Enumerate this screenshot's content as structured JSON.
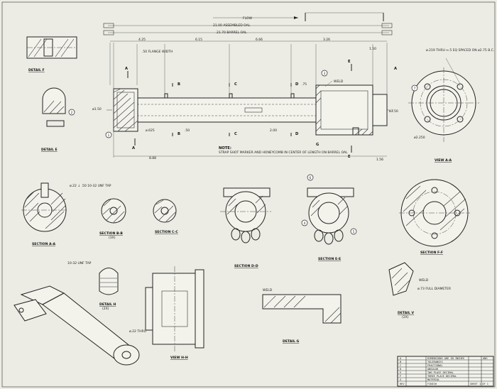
{
  "drawing": {
    "flow_label": "FLOW",
    "overall": {
      "assembled_oal": "21.00 ASSEMBLED OAL",
      "barrel_oal": "21.70 BARREL OAL",
      "dims_top": [
        "4.25",
        "6.15",
        "6.66",
        "3.26",
        "1.50"
      ]
    },
    "callouts": {
      "flange_width": ".50 FLANGE WIDTH",
      "weld_1": "WELD",
      "weld_2": "WELD",
      "four_holes": "ø.219 THRU ↔.5 EQ SPACED ON ø2.75 B.C.",
      "od_main": "ø1.50",
      "od_flange": "ø3.50",
      "id_bore": "ø.625",
      "dim_a": "8.88",
      "dim_b": ".50",
      "dim_c": "2.00",
      "dim_d": "1.56",
      "dim_e": ".75",
      "dim_f": "ø2.250",
      "note_title": "NOTE:",
      "note_body": "STRAP SHOT MARKER AND HONEYCOMB IN CENTER OF LENGTH ON BARREL OAL"
    },
    "section_letters": [
      "A",
      "B",
      "C",
      "D",
      "E",
      "F",
      "G"
    ],
    "balloons": [
      "1",
      "2",
      "3",
      "4",
      "5",
      "6",
      "7"
    ],
    "views": {
      "detail_f": "DETAIL F",
      "detail_e": "DETAIL E",
      "section_aa": "SECTION A-A",
      "section_bb": "SECTION B-B",
      "section_bb_scale": "(3X)",
      "section_cc": "SECTION C-C",
      "section_dd": "SECTION D-D",
      "section_ee": "SECTION E-E",
      "section_ff": "SECTION F-F",
      "view_aa": "VIEW A-A",
      "view_hh": "VIEW H-H",
      "detail_h": "DETAIL H",
      "detail_h_scale": "(2X)",
      "detail_g": "DETAIL G",
      "detail_v": "DETAIL V",
      "detail_v_scale": "(2X)"
    },
    "detail_notes": {
      "tap_hole": "ø.22 ↓ .50 10-32 UNF TAP",
      "thru_hole": "ø.22 THRU",
      "drill_tap": "10-32 UNF TAP",
      "weld_v": "WELD",
      "full_dia": "ø.73 FULL DIAMETER"
    },
    "title_block": {
      "rows": [
        [
          "A",
          "DIMENSIONS ARE IN INCHES",
          "",
          "ANG"
        ],
        [
          "B",
          "TOLERANCES",
          "",
          ""
        ],
        [
          "C",
          "FRACTIONAL",
          "",
          ""
        ],
        [
          "D",
          "ANGULAR",
          "",
          ""
        ],
        [
          "E",
          "TWO PLACE DECIMAL",
          "",
          ""
        ],
        [
          "F",
          "THREE PLACE DECIMAL",
          "",
          ""
        ],
        [
          "G",
          "MATERIAL",
          "",
          ""
        ],
        [
          "H",
          "FINISH",
          "",
          ""
        ]
      ],
      "footer_left": "REV",
      "footer_right": "SHEET 1 OF 1"
    }
  }
}
